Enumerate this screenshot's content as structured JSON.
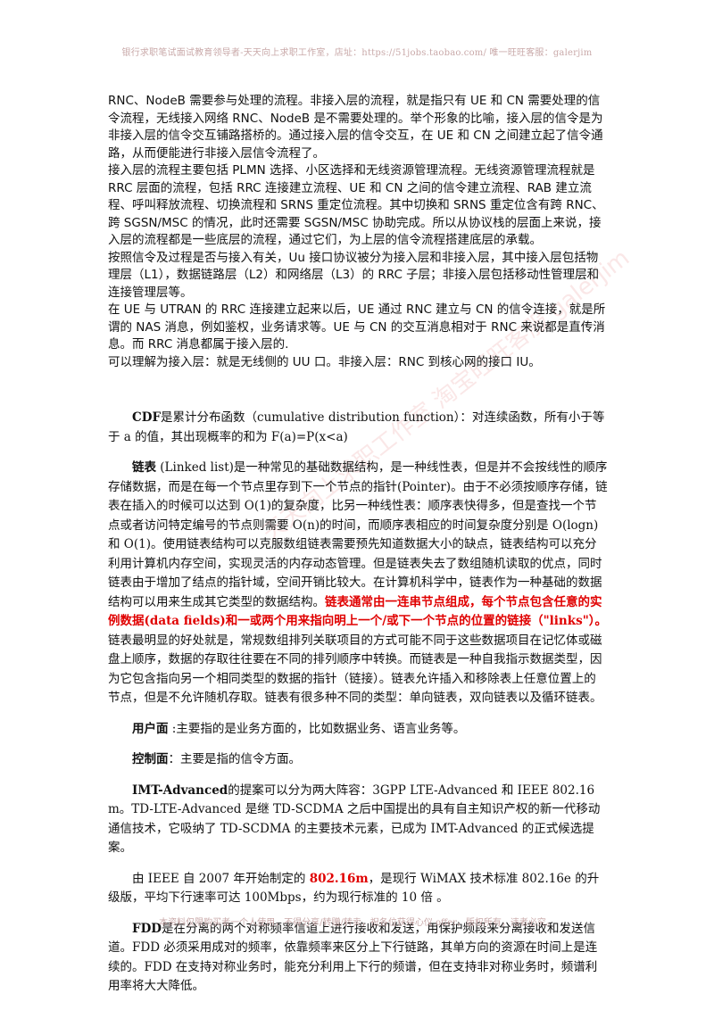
{
  "header": "银行求职笔试面试教育领导者-天天向上求职工作室，店址：https://51jobs.taobao.com/ 唯一旺旺客服：galerjim",
  "footer": "本资料仅限购买者一个人使用，不得分享/转赠/转卖，祝各位获得心仪 offer，版权所有，违者必究。",
  "watermark": "天天向上求职工作室 淘宝旺旺客服 galerjim",
  "sans_paragraphs": [
    "RNC、NodeB 需要参与处理的流程。非接入层的流程，就是指只有 UE 和 CN 需要处理的信令流程，无线接入网络 RNC、NodeB 是不需要处理的。举个形象的比喻，接入层的信令是为非接入层的信令交互铺路搭桥的。通过接入层的信令交互，在 UE 和 CN 之间建立起了信令通路，从而便能进行非接入层信令流程了。",
    "接入层的流程主要包括 PLMN 选择、小区选择和无线资源管理流程。无线资源管理流程就是 RRC 层面的流程，包括 RRC 连接建立流程、UE 和 CN 之间的信令建立流程、RAB 建立流程、呼叫释放流程、切换流程和 SRNS 重定位流程。其中切换和 SRNS 重定位含有跨 RNC、跨 SGSN/MSC 的情况，此时还需要 SGSN/MSC 协助完成。所以从协议栈的层面上来说，接入层的流程都是一些底层的流程，通过它们，为上层的信令流程搭建底层的承载。",
    "按照信令及过程是否与接入有关，Uu 接口协议被分为接入层和非接入层，其中接入层包括物理层（L1），数据链路层（L2）和网络层（L3）的 RRC 子层；非接入层包括移动性管理层和连接管理层等。",
    "在 UE 与 UTRAN 的 RRC 连接建立起来以后，UE 通过 RNC 建立与 CN 的信令连接，就是所谓的 NAS 消息，例如鉴权，业务请求等。UE 与 CN 的交互消息相对于 RNC 来说都是直传消息。而 RRC 消息都属于接入层的.",
    "可以理解为接入层：就是无线侧的 UU 口。非接入层：RNC 到核心网的接口 IU。"
  ],
  "cdf": {
    "term": "CDF",
    "text": "是累计分布函数（cumulative distribution function）：对连续函数，所有小于等于 a 的值，其出现概率的和为 F(a)=P(x<a)"
  },
  "linked_list": {
    "term": "链表",
    "text_before": " (Linked list)是一种常见的基础数据结构，是一种线性表，但是并不会按线性的顺序存储数据，而是在每一个节点里存到下一个节点的指针(Pointer)。由于不必须按顺序存储，链表在插入的时候可以达到 O(1)的复杂度，比另一种线性表：顺序表快得多，但是查找一个节点或者访问特定编号的节点则需要 O(n)的时间，而顺序表相应的时间复杂度分别是 O(logn)和 O(1)。使用链表结构可以克服数组链表需要预先知道数据大小的缺点，链表结构可以充分利用计算机内存空间，实现灵活的内存动态管理。但是链表失去了数组随机读取的优点，同时链表由于增加了结点的指针域，空间开销比较大。在计算机科学中，链表作为一种基础的数据结构可以用来生成其它类型的数据结构。",
    "highlight": "链表通常由一连串节点组成，每个节点包含任意的实例数据(data fields)和一或两个用来指向明上一个/或下一个节点的位置的链接（\"links\"）。",
    "text_after": "链表最明显的好处就是，常规数组排列关联项目的方式可能不同于这些数据项目在记忆体或磁盘上顺序，数据的存取往往要在不同的排列顺序中转换。而链表是一种自我指示数据类型，因为它包含指向另一个相同类型的数据的指针（链接）。链表允许插入和移除表上任意位置上的节点，但是不允许随机存取。链表有很多种不同的类型：单向链表，双向链表以及循环链表。"
  },
  "user_plane": {
    "term": "用户面",
    "text": " :主要指的是业务方面的，比如数据业务、语言业务等。"
  },
  "control_plane": {
    "term": "控制面",
    "text": "：主要是指的信令方面。"
  },
  "imt": {
    "term": "IMT-Advanced",
    "text": "的提案可以分为两大阵容：3GPP LTE-Advanced 和 IEEE 802.16 m。TD-LTE-Advanced 是继 TD-SCDMA 之后中国提出的具有自主知识产权的新一代移动通信技术，它吸纳了 TD-SCDMA 的主要技术元素，已成为 IMT-Advanced 的正式候选提案。"
  },
  "ieee": {
    "text_before": "由 IEEE 自 2007 年开始制定的 ",
    "highlight": "802.16m",
    "text_after": "，是现行 WiMAX 技术标准 802.16e 的升级版，平均下行速率可达 100Mbps，约为现行标准的 10 倍 。"
  },
  "fdd": {
    "term": "FDD",
    "text": "是在分离的两个对称频率信道上进行接收和发送，用保护频段来分离接收和发送信道。FDD 必须采用成对的频率，依靠频率来区分上下行链路，其单方向的资源在时间上是连续的。FDD 在支持对称业务时，能充分利用上下行的频谱，但在支持非对称业务时，频谱利用率将大大降低。"
  }
}
